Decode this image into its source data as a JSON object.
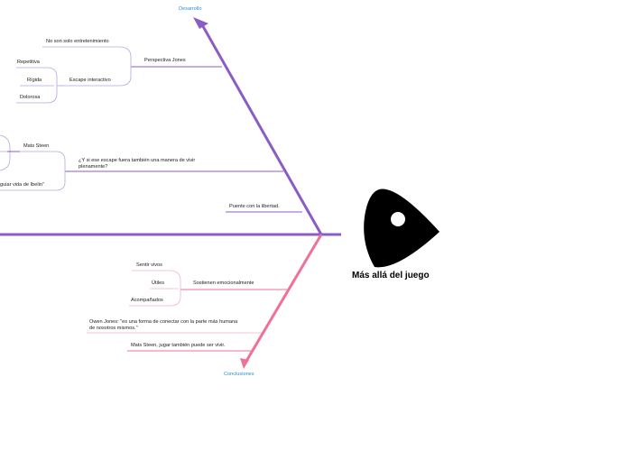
{
  "diagram": {
    "title": "Más allá del juego",
    "colors": {
      "top_spine": "#8a5cc4",
      "bottom_spine": "#f07096",
      "category": "#2a8fd8"
    },
    "top_category": "Desarrollo",
    "bottom_category": "Conclusiones",
    "top": {
      "perspectiva": {
        "label": "Perspectiva Jones",
        "items": [
          "No son solo entretenimiento",
          "Escape interactivo"
        ],
        "escape_items": [
          "Repetitiva",
          "Rígida",
          "Dolorosa"
        ]
      },
      "escape_question": {
        "label": "¿Y si ese escape fuera también una manera de vivir plenamente?",
        "items": [
          "Mats Steen",
          "guiar vida de Ibelin\""
        ]
      },
      "puente": "Puente con la libertad."
    },
    "bottom": {
      "sostienen": {
        "label": "Sostienen emocionalmente",
        "items": [
          "Sentir vivos",
          "Útiles",
          "Acompañados"
        ]
      },
      "owen": "Owen Jones: \"es una forma de conectar con la parte más humana de nosotros mismos.\"",
      "mats": "Mats Steen, jugar también puede ser vivir."
    }
  }
}
